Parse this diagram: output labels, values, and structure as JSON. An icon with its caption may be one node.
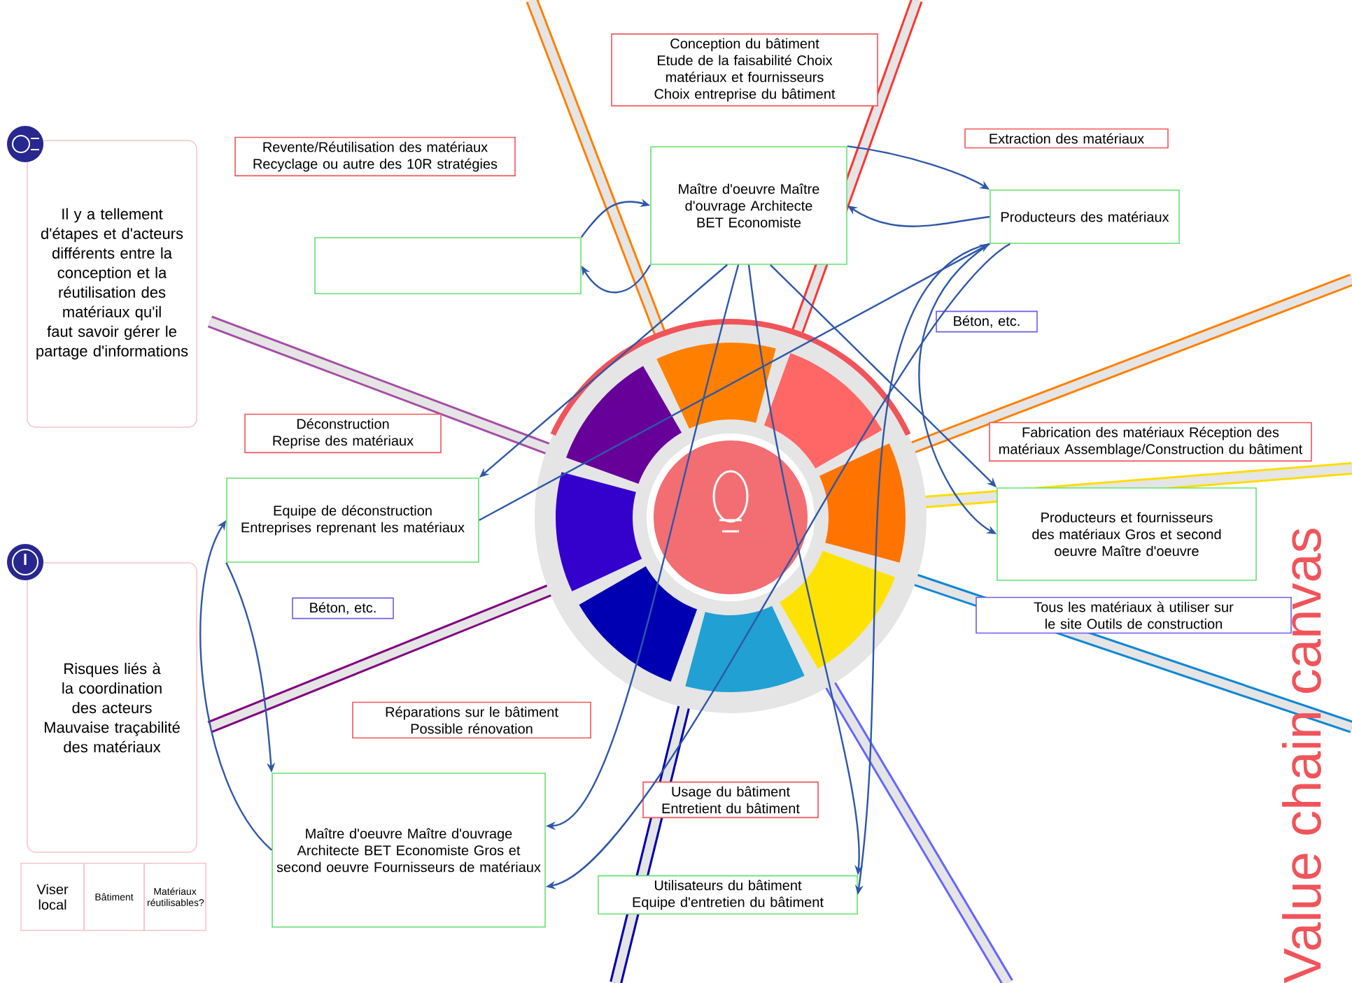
{
  "diagram": {
    "title": "Value chain canvas",
    "nodes": [
      {
        "text": [
          "Conception du bâtiment Etude de la faisabilité Choix matériaux et fournisseurs Choix entreprise du bâtiment"
        ]
      },
      {
        "text": [
          "Maître d'oeuvre Maître d'ouvrage Architecte BET Economiste"
        ]
      },
      {
        "text": [
          "Revente/Réutilisation des matériaux Recyclage ou autre des 10R stratégies"
        ]
      },
      {
        "text": [],
        "shape": "box"
      },
      {
        "text": [
          "Extraction des matériaux"
        ]
      },
      {
        "text": [
          "Producteurs des matériaux"
        ]
      },
      {
        "text": [
          "Béton, etc."
        ]
      },
      {
        "text": [
          "Fabrication des matériaux Réception des matériaux Assemblage/Construction du bâtiment"
        ]
      },
      {
        "text": [
          "Producteurs et fournisseurs des matériaux Gros et second oeuvre Maître d'oeuvre"
        ]
      },
      {
        "text": [
          "Tous les matériaux à utiliser sur le site Outils de construction"
        ]
      },
      {
        "text": [
          "Déconstruction Reprise des matériaux"
        ]
      },
      {
        "text": [
          "Equipe de déconstruction Entreprises reprenant les matériaux"
        ]
      },
      {
        "text": [
          "Béton, etc."
        ]
      },
      {
        "text": [
          "Réparations sur le bâtiment Possible rénovation"
        ]
      },
      {
        "text": [
          "Maître d'oeuvre Maître d'ouvrage Architecte BET Economiste Gros et second oeuvre Fournisseurs de matériaux"
        ]
      },
      {
        "text": [
          "Usage du bâtiment Entretient du bâtiment"
        ]
      },
      {
        "text": [
          "Utilisateurs du bâtiment Equipe d'entretien du bâtiment"
        ]
      },
      {
        "text": [
          "Il y a tellement d'étapes et d'acteurs différents entre la conception et la réutilisation des matériaux qu'il faut savoir gérer le partage d'informations"
        ]
      },
      {
        "text": [
          "Risques liés à la coordination des acteurs Mauvaise traçabilité des matériaux"
        ]
      }
    ],
    "edges": [
      {
        "from": 1,
        "to": 5,
        "arrow": "to"
      },
      {
        "from": 5,
        "to": 1,
        "arrow": "to"
      },
      {
        "from": 1,
        "to": 3,
        "arrow": "to"
      },
      {
        "from": 3,
        "to": 1,
        "arrow": "to"
      },
      {
        "from": 1,
        "to": 11,
        "arrow": "to"
      },
      {
        "from": 1,
        "to": 8,
        "arrow": "to"
      },
      {
        "from": 5,
        "to": 8,
        "arrow": "to"
      },
      {
        "from": 5,
        "to": 14,
        "arrow": "to"
      },
      {
        "from": 1,
        "to": 14,
        "arrow": "to"
      },
      {
        "from": 11,
        "to": 14,
        "arrow": "to"
      },
      {
        "from": 14,
        "to": 11,
        "arrow": "to"
      },
      {
        "from": 1,
        "to": 16,
        "arrow": "to"
      },
      {
        "from": 5,
        "to": 16,
        "arrow": "to"
      },
      {
        "from": 11,
        "to": 5,
        "arrow": "to"
      }
    ],
    "labels": [
      "Viser local",
      "Bâtiment",
      "Matériaux réutilisables?"
    ]
  }
}
